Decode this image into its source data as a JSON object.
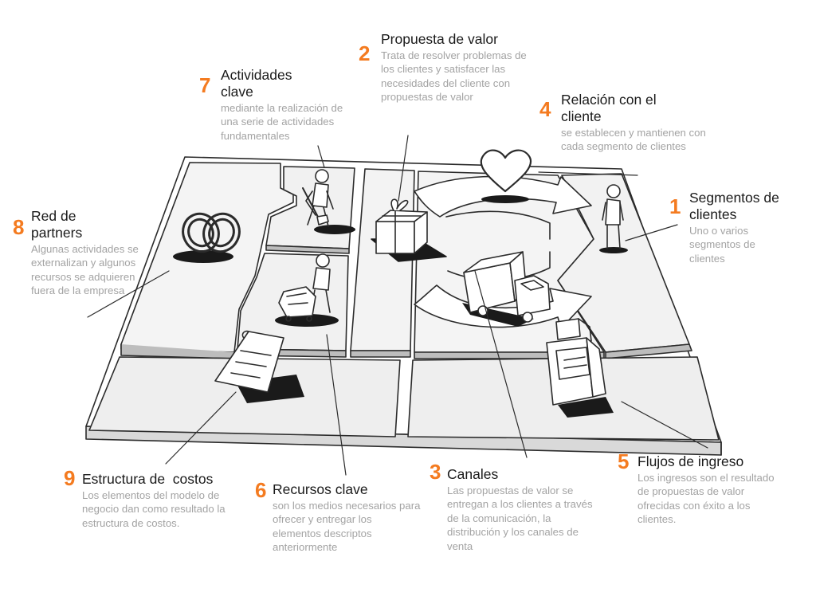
{
  "colors": {
    "accent": "#f47b20",
    "title": "#1a1a1a",
    "description": "#a3a3a3",
    "sketch": "#2b2b2b"
  },
  "blocks": {
    "segmentos": {
      "number": "1",
      "title": "Segmentos de clientes",
      "description": "Uno o varios segmentos de clientes"
    },
    "propuesta": {
      "number": "2",
      "title": "Propuesta de valor",
      "description": "Trata de resolver problemas de los clientes y satisfacer las necesidades del cliente con propuestas de valor"
    },
    "canales": {
      "number": "3",
      "title": "Canales",
      "description": "Las propuestas de valor se entregan a los clientes a través de la comunicación, la distribución y los canales de venta"
    },
    "relacion": {
      "number": "4",
      "title": "Relación con el cliente",
      "description": "se establecen y mantienen con cada segmento de clientes"
    },
    "flujos": {
      "number": "5",
      "title": "Flujos de ingreso",
      "description": "Los ingresos son el resultado de propuestas de valor ofrecidas con éxito a los clientes."
    },
    "recursos": {
      "number": "6",
      "title": "Recursos clave",
      "description": "son los medios necesarios para ofrecer y entregar los elementos descriptos anteriormente"
    },
    "actividades": {
      "number": "7",
      "title": "Actividades clave",
      "description": "mediante la realización de una serie de actividades fundamentales"
    },
    "partners": {
      "number": "8",
      "title": "Red de partners",
      "description": "Algunas actividades se externalizan y algunos recursos se adquieren fuera de la empresa"
    },
    "costos": {
      "number": "9",
      "title": "Estructura de  costos",
      "description": "Los elementos del modelo de negocio dan como resultado la estructura de costos."
    }
  }
}
